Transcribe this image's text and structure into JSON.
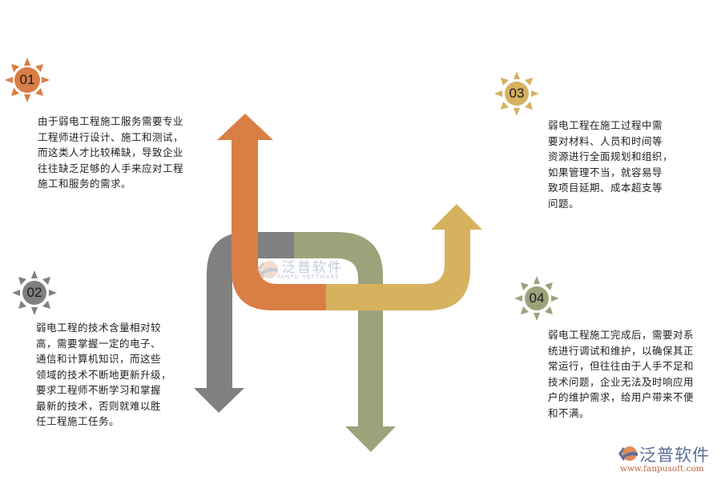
{
  "diagram": {
    "colors": {
      "step1": "#d97e45",
      "step2": "#808080",
      "step3": "#d6b15e",
      "step4": "#9ea27b"
    },
    "steps": [
      {
        "number": "01",
        "color": "#d97e45",
        "icon": "sun-badge-icon",
        "text": "由于弱电工程施工服务需要专业\n工程师进行设计、施工和测试，\n而这类人才比较稀缺，导致企业\n往往缺乏足够的人手来应对工程\n施工和服务的需求。"
      },
      {
        "number": "02",
        "color": "#808080",
        "icon": "sun-badge-icon",
        "text": "弱电工程的技术含量相对较\n高，需要掌握一定的电子、\n通信和计算机知识，而这些\n领域的技术不断地更新升级，\n要求工程师不断学习和掌握\n最新的技术，否则就难以胜\n任工程施工任务。"
      },
      {
        "number": "03",
        "color": "#d6b15e",
        "icon": "sun-badge-icon",
        "text": "弱电工程在施工过程中需\n要对材料、人员和时间等\n资源进行全面规划和组织，\n如果管理不当，就容易导\n致项目延期、成本超支等\n问题。"
      },
      {
        "number": "04",
        "color": "#9ea27b",
        "icon": "sun-badge-icon",
        "text": "弱电工程施工完成后，需要对系\n统进行调试和维护，以确保其正\n常运行，但往往由于人手不足和\n技术问题，企业无法及时响应用\n户的维护需求，给用户带来不便\n和不满。"
      }
    ]
  },
  "watermark": {
    "cn": "泛普软件",
    "en": "FANPU SOFTWARE"
  },
  "logo": {
    "cn": "泛普软件",
    "url": "www.fanpusoft.com"
  }
}
